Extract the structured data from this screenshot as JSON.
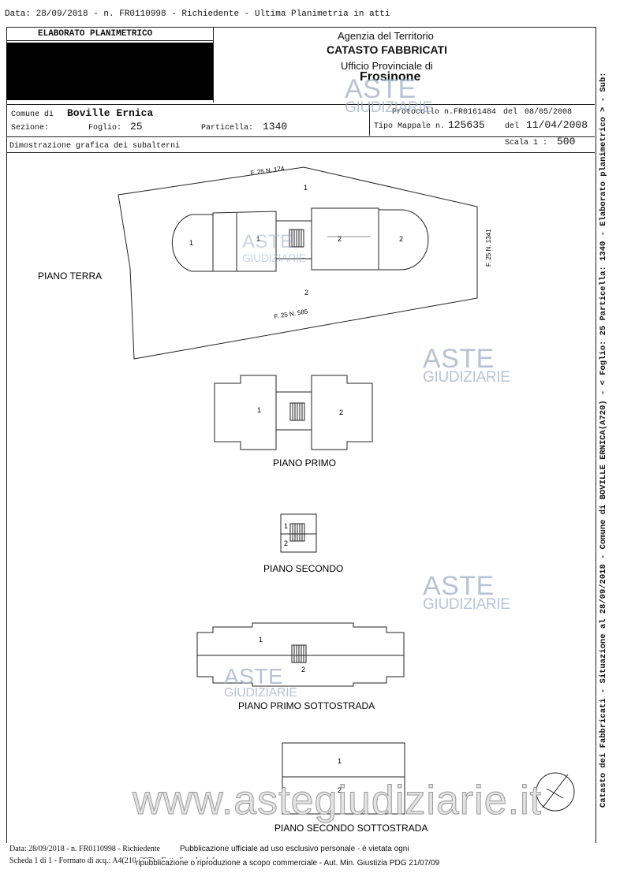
{
  "header_line": "Data: 28/09/2018 -  n. FR0110998 - Richiedente - Ultima Planimetria in atti",
  "title_box": {
    "label": "ELABORATO PLANIMETRICO"
  },
  "agency": {
    "line1": "Agenzia del Territorio",
    "line2": "CATASTO FABBRICATI",
    "line3": "Ufficio Provinciale di",
    "line4": "Frosinone"
  },
  "info": {
    "comune_label": "Comune di",
    "comune_value": "Boville Ernica",
    "sezione_label": "Sezione:",
    "foglio_label": "Foglio:",
    "foglio_value": "25",
    "particella_label": "Particella:",
    "particella_value": "1340",
    "protocollo_label": "Protocollo n.",
    "protocollo_value": "FR0161484",
    "protocollo_date_label": "del",
    "protocollo_date": "08/05/2008",
    "tipo_label": "Tipo Mappale n.",
    "tipo_value": "125635",
    "tipo_date_label": "del",
    "tipo_date": "11/04/2008"
  },
  "section_caption": "Dimostrazione grafica dei subalterni",
  "scale": {
    "label": "Scala 1 :",
    "value": "500"
  },
  "floors": {
    "terra": "PIANO TERRA",
    "primo": "PIANO PRIMO",
    "secondo": "PIANO SECONDO",
    "primo_sottostrada": "PIANO PRIMO SOTTOSTRADA",
    "secondo_sottostrada": "PIANO SECONDO SOTTOSTRADA"
  },
  "parcel_labels": {
    "north": "F. 25 N. 174",
    "east": "F. 25 N. 1341",
    "south": "F. 25 N. 585"
  },
  "sub_numbers": {
    "one": "1",
    "two": "2"
  },
  "watermark": {
    "brand": "ASTE",
    "sub": "GIUDIZIARIE",
    "site": "www.astegiudiziarie.it"
  },
  "side_text": "Catasto dei Fabbricati - Situazione al 28/09/2018 - Comune di BOVILLE ERNICA(A720) - < Foglio: 25 Particella: 1340 - Elaborato planimetrico > - Sub:",
  "footer": {
    "line1": "Data: 28/09/2018 - n. FR0110998 - Richiedente",
    "line2": "Scheda 1 di 1 - Formato di acq.: A4(210x297) - Fatt. di scala: 1:1",
    "notice1": "Pubblicazione ufficiale ad uso esclusivo personale - è vietata ogni",
    "notice2": "ripubblicazione o riproduzione a scopo commerciale - Aut. Min. Giustizia PDG 21/07/09"
  }
}
